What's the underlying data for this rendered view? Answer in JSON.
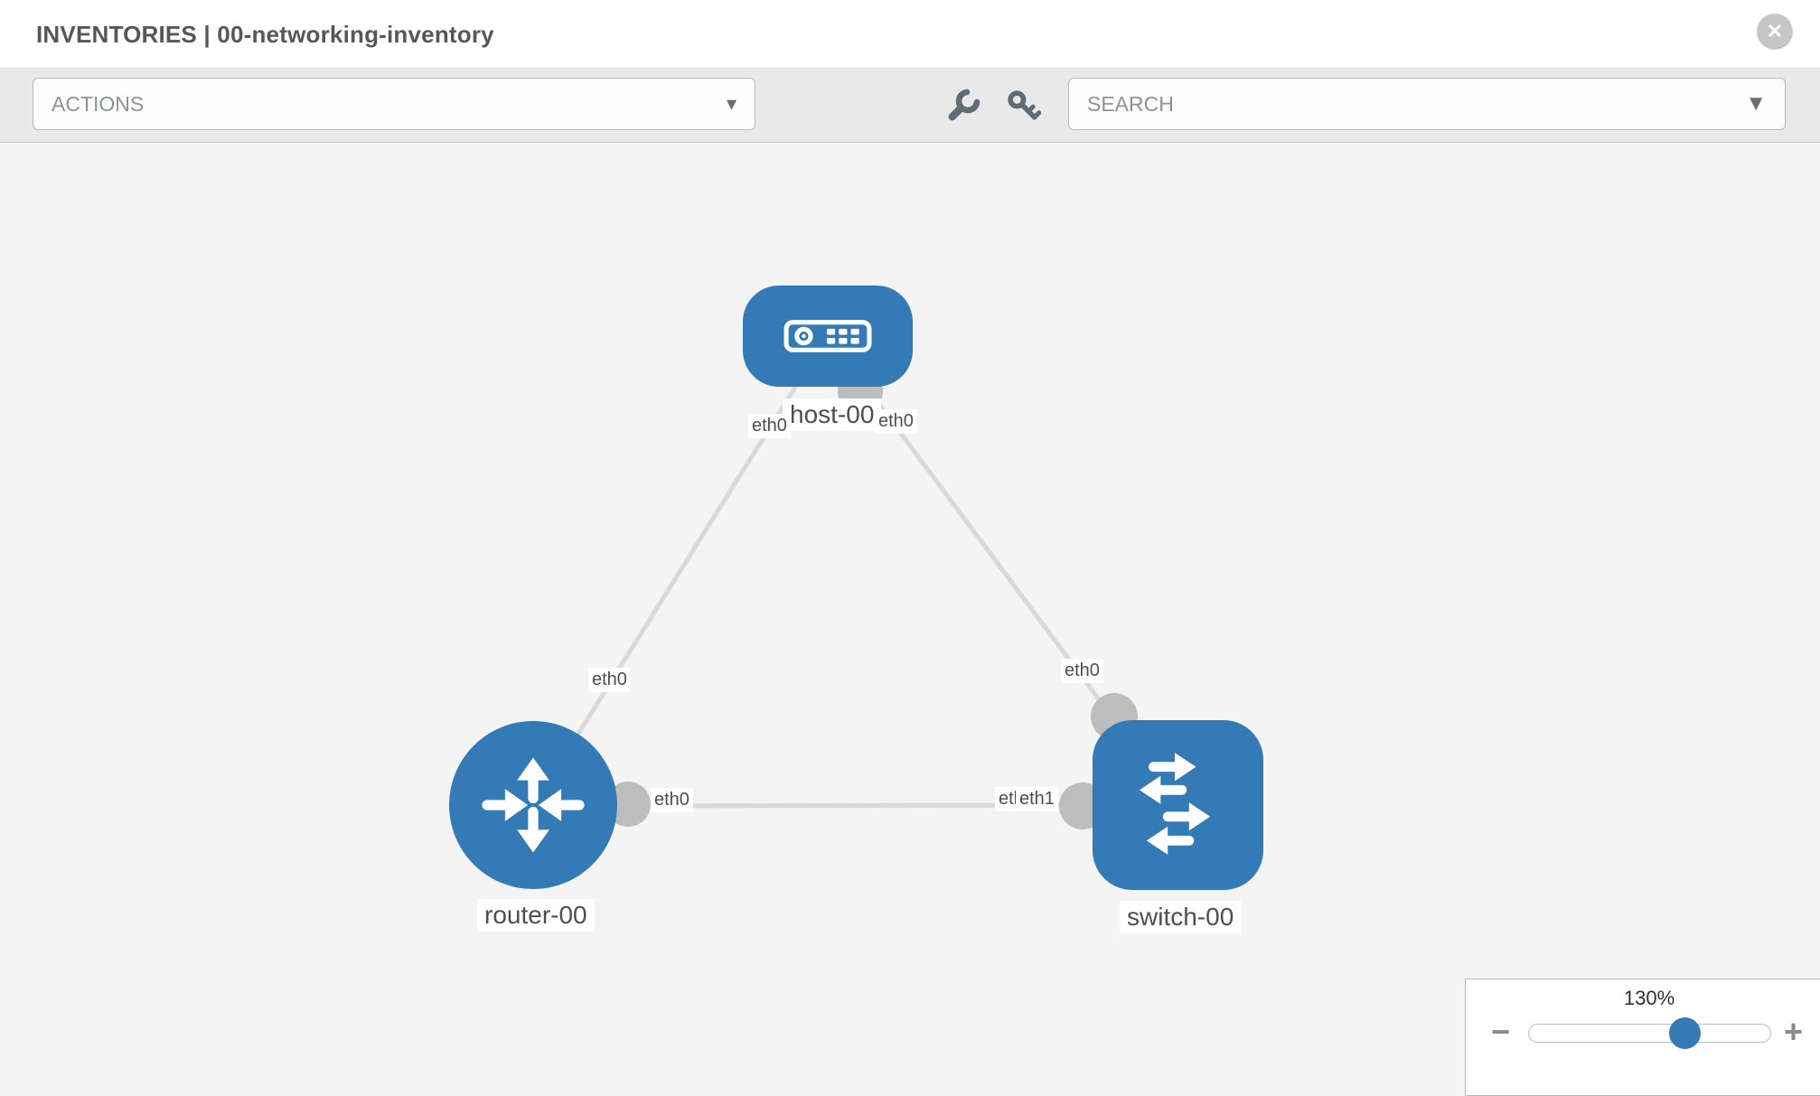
{
  "header": {
    "title": "INVENTORIES | 00-networking-inventory"
  },
  "icons": {
    "close": "✕",
    "caret_down": "▾",
    "caret_down_filled": "▼"
  },
  "toolbar": {
    "actions_label": "ACTIONS",
    "search_placeholder": "SEARCH"
  },
  "topology": {
    "nodes": [
      {
        "id": "host-00",
        "type": "host",
        "label": "host-00"
      },
      {
        "id": "router-00",
        "type": "router",
        "label": "router-00"
      },
      {
        "id": "switch-00",
        "type": "switch",
        "label": "switch-00"
      }
    ],
    "links": [
      {
        "from": "host-00",
        "from_if": "eth0",
        "to": "router-00",
        "to_if": "eth0"
      },
      {
        "from": "host-00",
        "from_if": "eth0",
        "to": "switch-00",
        "to_if": "eth0"
      },
      {
        "from": "router-00",
        "from_if": "eth0",
        "to": "switch-00",
        "to_if": "eth1",
        "to_if_occluded_fragment": "eth"
      }
    ]
  },
  "zoom_control": {
    "value": "130%",
    "minus": "−",
    "plus": "+"
  },
  "colors": {
    "node_blue": "#337ab7",
    "link_gray": "#d9d9d9",
    "port_gray": "#bdbdbd"
  }
}
